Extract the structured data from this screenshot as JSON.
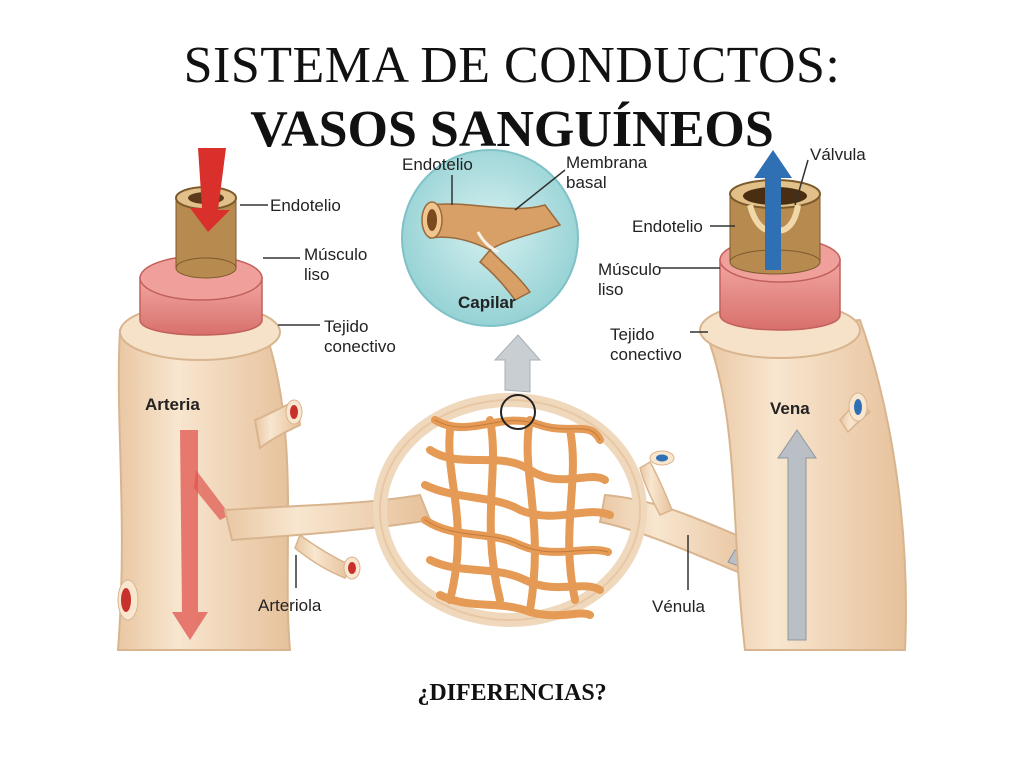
{
  "title": {
    "line1": "SISTEMA DE CONDUCTOS:",
    "line2": "VASOS SANGUÍNEOS"
  },
  "labels": {
    "artery_endotelio": "Endotelio",
    "artery_musculo_1": "Músculo",
    "artery_musculo_2": "liso",
    "artery_tejido_1": "Tejido",
    "artery_tejido_2": "conectivo",
    "arteria": "Arteria",
    "arteriola": "Arteriola",
    "capilar_endotelio": "Endotelio",
    "capilar_membrana_1": "Membrana",
    "capilar_membrana_2": "basal",
    "capilar": "Capilar",
    "vein_valvula": "Válvula",
    "vein_endotelio": "Endotelio",
    "vein_musculo_1": "Músculo",
    "vein_musculo_2": "liso",
    "vein_tejido_1": "Tejido",
    "vein_tejido_2": "conectivo",
    "vena": "Vena",
    "venula": "Vénula"
  },
  "question": "¿DIFERENCIAS?",
  "colors": {
    "arterial_flow": "#d9302b",
    "venous_flow": "#2f6fb3",
    "vessel_wall": "#f4dcc0",
    "smooth_muscle": "#e98a88",
    "capillary": "#e59a55",
    "capillary_lens": "#a9dcde"
  }
}
